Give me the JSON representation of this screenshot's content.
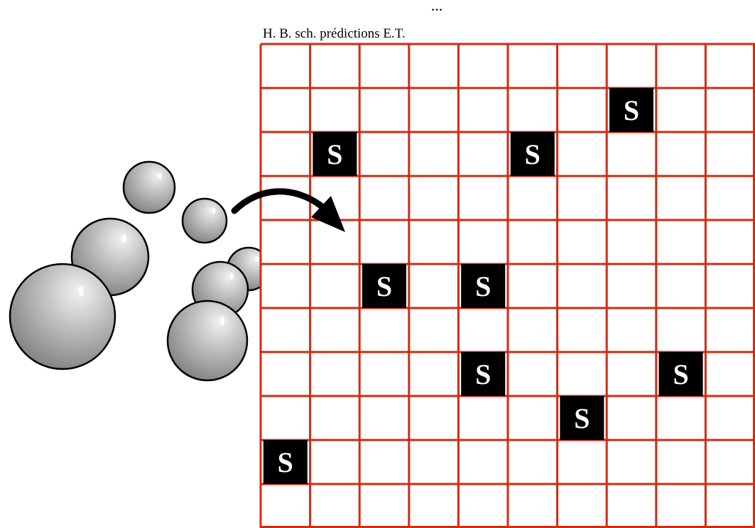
{
  "header": {
    "ellipsis": "...",
    "caption": "H. B.  sch. prédictions E.T."
  },
  "grid": {
    "rows": 11,
    "cols": 10,
    "line_color": "#d42a12",
    "cell_color": "#ffffff",
    "marked_cells": [
      {
        "row": 1,
        "col": 7,
        "label": "S"
      },
      {
        "row": 2,
        "col": 1,
        "label": "S"
      },
      {
        "row": 2,
        "col": 5,
        "label": "S"
      },
      {
        "row": 5,
        "col": 2,
        "label": "S"
      },
      {
        "row": 5,
        "col": 4,
        "label": "S"
      },
      {
        "row": 7,
        "col": 4,
        "label": "S"
      },
      {
        "row": 7,
        "col": 8,
        "label": "S"
      },
      {
        "row": 8,
        "col": 6,
        "label": "S"
      },
      {
        "row": 9,
        "col": 0,
        "label": "S"
      }
    ],
    "marker_fill": "#000000",
    "marker_text_color": "#ffffff"
  },
  "spheres": {
    "count": 7,
    "fill_dark": "#7a7a7a",
    "fill_light": "#f2f2f2",
    "outline": "#000000"
  },
  "arrow": {
    "icon": "curved-arrow-icon",
    "color": "#000000"
  }
}
